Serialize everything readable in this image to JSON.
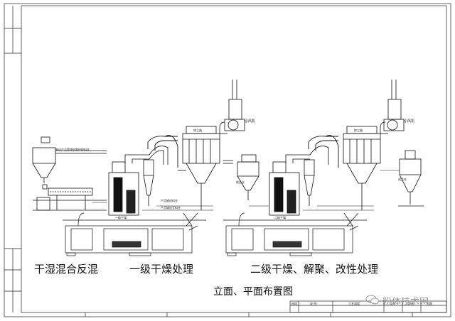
{
  "captions": {
    "section1": "干湿混合反混",
    "section2": "一级干燥处理",
    "section3": "二级干燥、解聚、改性处理",
    "drawing_title": "立面、平面布置图"
  },
  "labels": {
    "fan_left": "引风机",
    "fan_right": "引风机",
    "dust_collector_left": "除尘器",
    "dust_collector_right": "除尘器",
    "feed_note": "来自产品管理处集中配料区",
    "product_left": "产品输送料仓",
    "product_left2": "产品输送至料仓",
    "dryer_left": "一级干燥",
    "dryer_right": "二级干燥",
    "silo_mid": "成品仓",
    "silo_right": "成品仓"
  },
  "title_block": {
    "col_change": "修改",
    "col_desc": "说 明",
    "col_proj": "工艺流程",
    "col_design": "设计",
    "col_check": "审核",
    "col_date": "日期"
  },
  "watermark": "粉体技术网"
}
